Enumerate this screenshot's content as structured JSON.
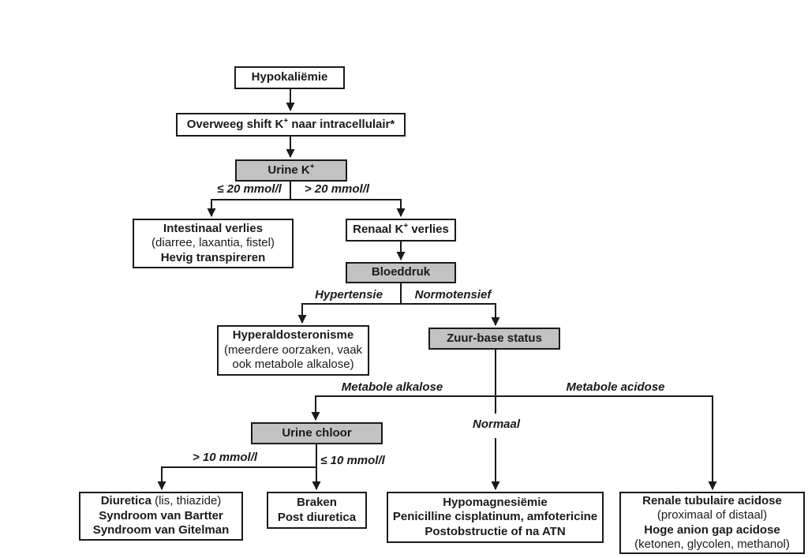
{
  "diagram": {
    "title": "Hypokaliëmie",
    "colors": {
      "background": "#ffffff",
      "box_fill": "#ffffff",
      "decision_fill": "#c2c2c2",
      "border": "#1a1a1a"
    },
    "boxes": {
      "hypokaliemie": {
        "label": "Hypokaliëmie"
      },
      "shift": {
        "pre": "Overweeg shift K",
        "sup": "+",
        "post": " naar intracellulair*"
      },
      "urine_k": {
        "pre": "Urine K",
        "sup": "+"
      },
      "intestinaal": {
        "line1": "Intestinaal verlies",
        "line2": "(diarree, laxantia, fistel)",
        "line3": "Hevig transpireren"
      },
      "renaal": {
        "pre": "Renaal K",
        "sup": "+",
        "post": " verlies"
      },
      "bloeddruk": {
        "label": "Bloeddruk"
      },
      "hyperaldosteronisme": {
        "line1": "Hyperaldosteronisme",
        "line2": "(meerdere oorzaken, vaak",
        "line3": "ook metabole alkalose)"
      },
      "zuur_base": {
        "label": "Zuur-base status"
      },
      "urine_chloor": {
        "label": "Urine chloor"
      },
      "diuretica": {
        "line1_bold": "Diuretica",
        "line1_rest": " (lis, thiazide)",
        "line2": "Syndroom van Bartter",
        "line3": "Syndroom van Gitelman"
      },
      "braken": {
        "line1": "Braken",
        "line2": "Post diuretica"
      },
      "hypomagnesiemie": {
        "line1": "Hypomagnesiëmie",
        "line2": "Penicilline cisplatinum, amfotericine",
        "line3": "Postobstructie of na ATN"
      },
      "renale": {
        "line1": "Renale tubulaire acidose",
        "line2": "(proximaal of distaal)",
        "line3": "Hoge anion gap acidose",
        "line4": "(ketonen, glycolen, methanol)"
      }
    },
    "edge_labels": {
      "urine_k_low": "≤ 20 mmol/l",
      "urine_k_high": "> 20 mmol/l",
      "hypertensie": "Hypertensie",
      "normotensief": "Normotensief",
      "metabole_alkalose": "Metabole alkalose",
      "metabole_acidose": "Metabole acidose",
      "normaal": "Normaal",
      "chloor_high": "> 10 mmol/l",
      "chloor_low": "≤ 10 mmol/l"
    }
  }
}
